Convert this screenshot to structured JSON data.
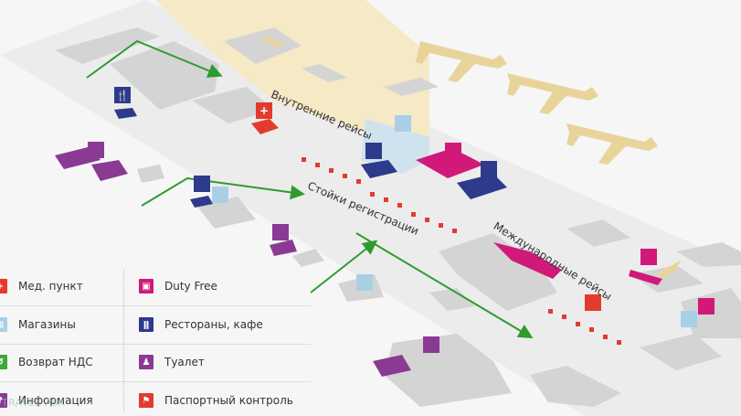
{
  "labels": {
    "domestic": "Внутренние рейсы",
    "checkin": "Стойки регистрации",
    "international": "Международные рейсы"
  },
  "legend": [
    {
      "icon": "medical-point-icon",
      "label": "Мед. пункт",
      "color": "#e23b2e"
    },
    {
      "icon": "shop-icon",
      "label": "Магазины",
      "color": "#a9cfe6"
    },
    {
      "icon": "vat-refund-icon",
      "label": "Возврат НДС",
      "color": "#3aa935"
    },
    {
      "icon": "information-icon",
      "label": "Информация",
      "color": "#8b3a94"
    },
    {
      "icon": "duty-free-icon",
      "label": "Duty Free",
      "color": "#d1197a"
    },
    {
      "icon": "restaurant-icon",
      "label": "Рестораны, кафе",
      "color": "#2e3a8c"
    },
    {
      "icon": "toilet-icon",
      "label": "Туалет",
      "color": "#8b3a94"
    },
    {
      "icon": "passport-control-icon",
      "label": "Паспортный контроль",
      "color": "#e23b2e"
    }
  ],
  "watermark": "TRAVEL ASK"
}
